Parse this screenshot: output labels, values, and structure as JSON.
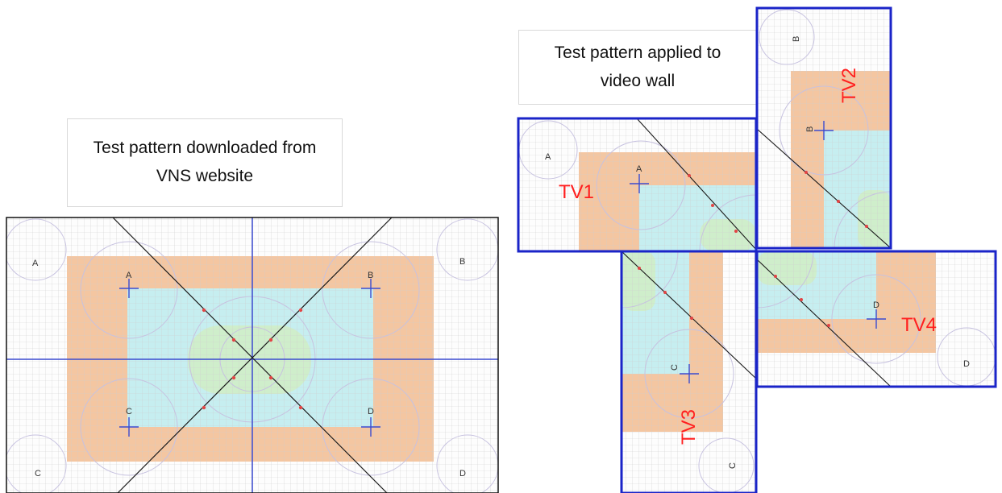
{
  "captions": {
    "left": [
      "Test pattern downloaded from",
      "VNS website"
    ],
    "right": [
      "Test pattern applied to",
      "video wall"
    ]
  },
  "pattern_labels": {
    "corners": [
      "A",
      "B",
      "C",
      "D"
    ],
    "crosshairs": [
      "A",
      "B",
      "C",
      "D"
    ]
  },
  "tv_labels": [
    "TV1",
    "TV2",
    "TV3",
    "TV4"
  ],
  "colors": {
    "orange": "#f4c6a1",
    "cyan": "#c6eef0",
    "green": "#cfeecb",
    "grid": "#c9c9c9",
    "axis": "#3b4bd0",
    "tv_border": "#1a24c8",
    "tv_label": "#ff1f1f",
    "diagonal": "#1a1a1a",
    "circle": "#c7c2e0"
  }
}
